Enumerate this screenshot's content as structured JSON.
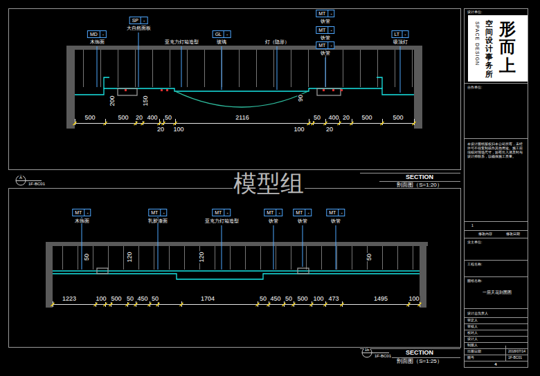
{
  "diagram": {
    "nodes": [
      {
        "text": [
          "形而上",
          "空间设计事务所",
          "SPACE DESIGN"
        ]
      },
      {
        "text": [
          "MD",
          "-"
        ]
      },
      {
        "text": [
          "SP",
          "-"
        ]
      },
      {
        "text": [
          "GL",
          "-"
        ]
      },
      {
        "text": [
          "MT",
          "-"
        ]
      },
      {
        "text": [
          "MT",
          "-"
        ]
      },
      {
        "text": [
          "MT",
          "-"
        ]
      },
      {
        "text": [
          "LT",
          "-"
        ]
      },
      {
        "text": [
          "MT",
          "-"
        ]
      },
      {
        "text": [
          "MT",
          "-"
        ]
      },
      {
        "text": [
          "MT",
          "-"
        ]
      },
      {
        "text": [
          "MT",
          "-"
        ]
      },
      {
        "text": [
          "MT",
          "-"
        ]
      },
      {
        "text": [
          "MT",
          "-"
        ]
      }
    ],
    "labels": [
      "木饰面",
      "大自然面板",
      "亚克力灯箱造型",
      "玻璃",
      "灯（隐形）",
      "铁管",
      "铁管",
      "铁管",
      "吸顶灯",
      "500",
      "500",
      "20",
      "400",
      "50",
      "2116",
      "50",
      "400",
      "20",
      "500",
      "500",
      "20",
      "100",
      "100",
      "20",
      "200",
      "150",
      "90",
      "木饰面",
      "乳胶漆面",
      "亚克力灯箱造型",
      "铁管",
      "铁管",
      "铁管",
      "1223",
      "100",
      "500",
      "50",
      "450",
      "50",
      "1704",
      "50",
      "450",
      "50",
      "500",
      "100",
      "473",
      "1495",
      "100",
      "50",
      "120",
      "120",
      "50",
      "模型组",
      "A",
      "1F-BC01",
      "SECTION",
      "剖面图（S=1:20）",
      "1b",
      "1F-BC01",
      "SECTION",
      "剖面图（S=1:25）",
      "设计单位:",
      "合作单位:",
      "本设计图纸版权归本公司所有，未经许可不得复制或作其他用途。施工前须核对现场尺寸，如有出入请及时与设计师联系，以确保施工质量。",
      "1",
      "修改内容",
      "修改日期",
      "业主单位:",
      "工程名称:",
      "图纸名称:",
      "一层天花剖面图",
      "设计总负责人",
      "审定人",
      "审核人",
      "校对人",
      "设计人",
      "制图人",
      "出图日期",
      "2018/07/14",
      "图号",
      "1F-BC01",
      "4"
    ]
  }
}
